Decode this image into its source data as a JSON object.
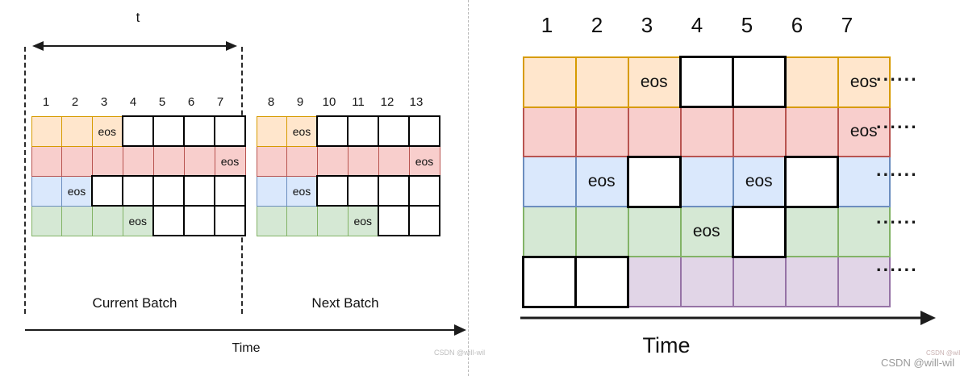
{
  "palette": {
    "orange": {
      "fill": "#FFE6CC",
      "stroke": "#D79B00"
    },
    "red": {
      "fill": "#F8CECC",
      "stroke": "#B85450"
    },
    "blue": {
      "fill": "#DAE8FC",
      "stroke": "#6C8EBF"
    },
    "green": {
      "fill": "#D5E8D4",
      "stroke": "#82B366"
    },
    "purple": {
      "fill": "#E1D5E7",
      "stroke": "#9673A6"
    },
    "empty_cell_fill": "#FFFFFF",
    "empty_cell_border": "#000000",
    "arrow_color": "#1c1c1c"
  },
  "left": {
    "t_label": "t",
    "time_label": "Time",
    "current_batch": {
      "label": "Current Batch",
      "columns": [
        "1",
        "2",
        "3",
        "4",
        "5",
        "6",
        "7"
      ],
      "rows": [
        {
          "color": "orange",
          "cells": [
            "",
            "",
            "eos",
            null,
            null,
            null,
            null
          ]
        },
        {
          "color": "red",
          "cells": [
            "",
            "",
            "",
            "",
            "",
            "",
            "eos"
          ]
        },
        {
          "color": "blue",
          "cells": [
            "",
            "eos",
            null,
            null,
            null,
            null,
            null
          ]
        },
        {
          "color": "green",
          "cells": [
            "",
            "",
            "",
            "eos",
            null,
            null,
            null
          ]
        }
      ]
    },
    "next_batch": {
      "label": "Next Batch",
      "columns": [
        "8",
        "9",
        "10",
        "11",
        "12",
        "13"
      ],
      "rows": [
        {
          "color": "orange",
          "cells": [
            "",
            "eos",
            null,
            null,
            null,
            null
          ]
        },
        {
          "color": "red",
          "cells": [
            "",
            "",
            "",
            "",
            "",
            "eos"
          ]
        },
        {
          "color": "blue",
          "cells": [
            "",
            "eos",
            null,
            null,
            null,
            null
          ]
        },
        {
          "color": "green",
          "cells": [
            "",
            "",
            "",
            "eos",
            null,
            null
          ]
        }
      ]
    }
  },
  "right": {
    "columns": [
      "1",
      "2",
      "3",
      "4",
      "5",
      "6",
      "7"
    ],
    "time_label": "Time",
    "dots_label": "······",
    "rows": [
      {
        "color": "orange",
        "cells": [
          "",
          "",
          "eos",
          null,
          null,
          "",
          "eos"
        ]
      },
      {
        "color": "red",
        "cells": [
          "",
          "",
          "",
          "",
          "",
          "",
          "eos"
        ]
      },
      {
        "color": "blue",
        "cells": [
          "",
          "eos",
          null,
          "",
          "eos",
          null,
          ""
        ]
      },
      {
        "color": "green",
        "cells": [
          "",
          "",
          "",
          "eos",
          null,
          "",
          ""
        ]
      },
      {
        "color": "purple",
        "cells": [
          null,
          null,
          "",
          "",
          "",
          "",
          ""
        ]
      }
    ]
  },
  "watermarks": {
    "left_panel": "CSDN @will-wil",
    "right_panel_small": "CSDN @will-",
    "right_panel": "CSDN @will-wil"
  }
}
